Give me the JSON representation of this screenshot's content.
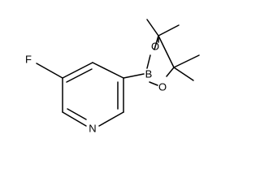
{
  "molecule": {
    "atoms": {
      "fluorine": "F",
      "nitrogen": "N",
      "boron": "B",
      "oxygen_top": "O",
      "oxygen_bottom": "O"
    }
  }
}
